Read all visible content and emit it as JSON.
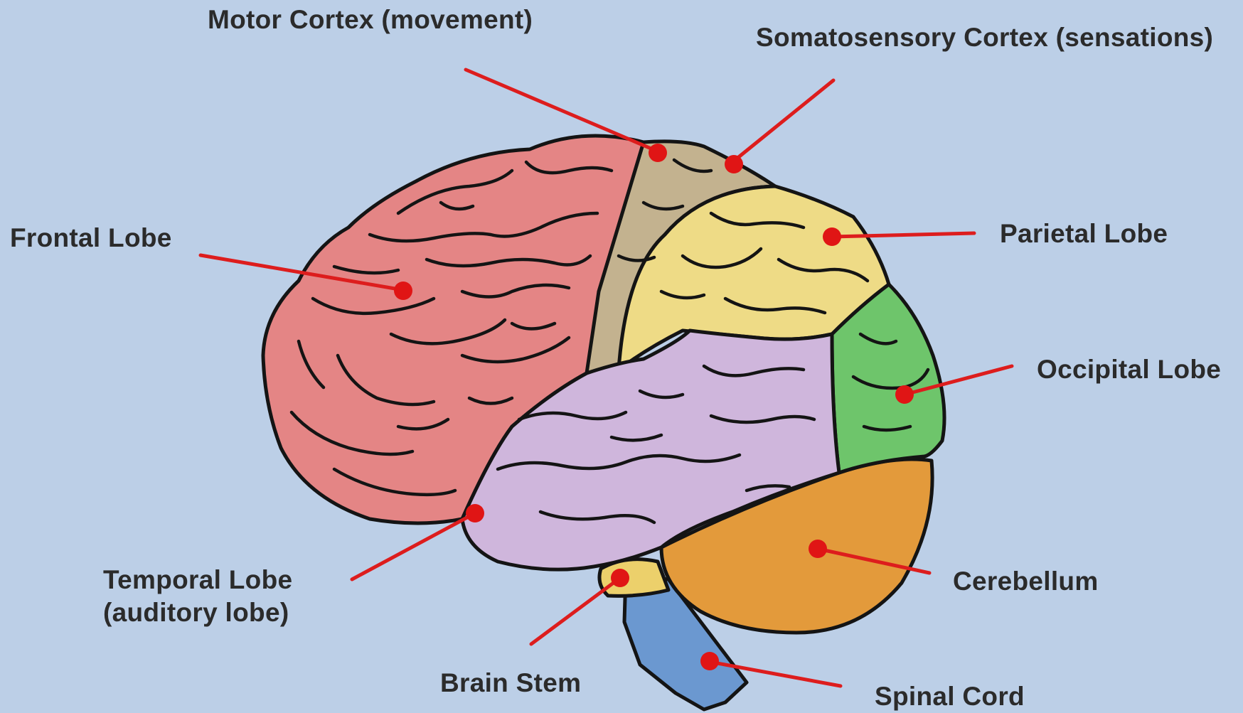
{
  "colors": {
    "background": "#bccfe7",
    "frontal": "#e48585",
    "motor": "#c3b28f",
    "parietal": "#eedb86",
    "occipital": "#6ec56b",
    "temporal": "#cfb6dc",
    "cerebellum": "#e39a3b",
    "pons": "#ecd06b",
    "brain_stem": "#6b98d0",
    "leader": "#dd1d1d",
    "outline": "#141414"
  },
  "labels": {
    "motor_cortex": "Motor Cortex (movement)",
    "somatosensory_cortex": "Somatosensory Cortex (sensations)",
    "frontal_lobe": "Frontal Lobe",
    "parietal_lobe": "Parietal Lobe",
    "occipital_lobe": "Occipital Lobe",
    "temporal_lobe_line1": "Temporal Lobe",
    "temporal_lobe_line2": "(auditory lobe)",
    "cerebellum": "Cerebellum",
    "brain_stem": "Brain Stem",
    "spinal_cord": "Spinal Cord"
  }
}
